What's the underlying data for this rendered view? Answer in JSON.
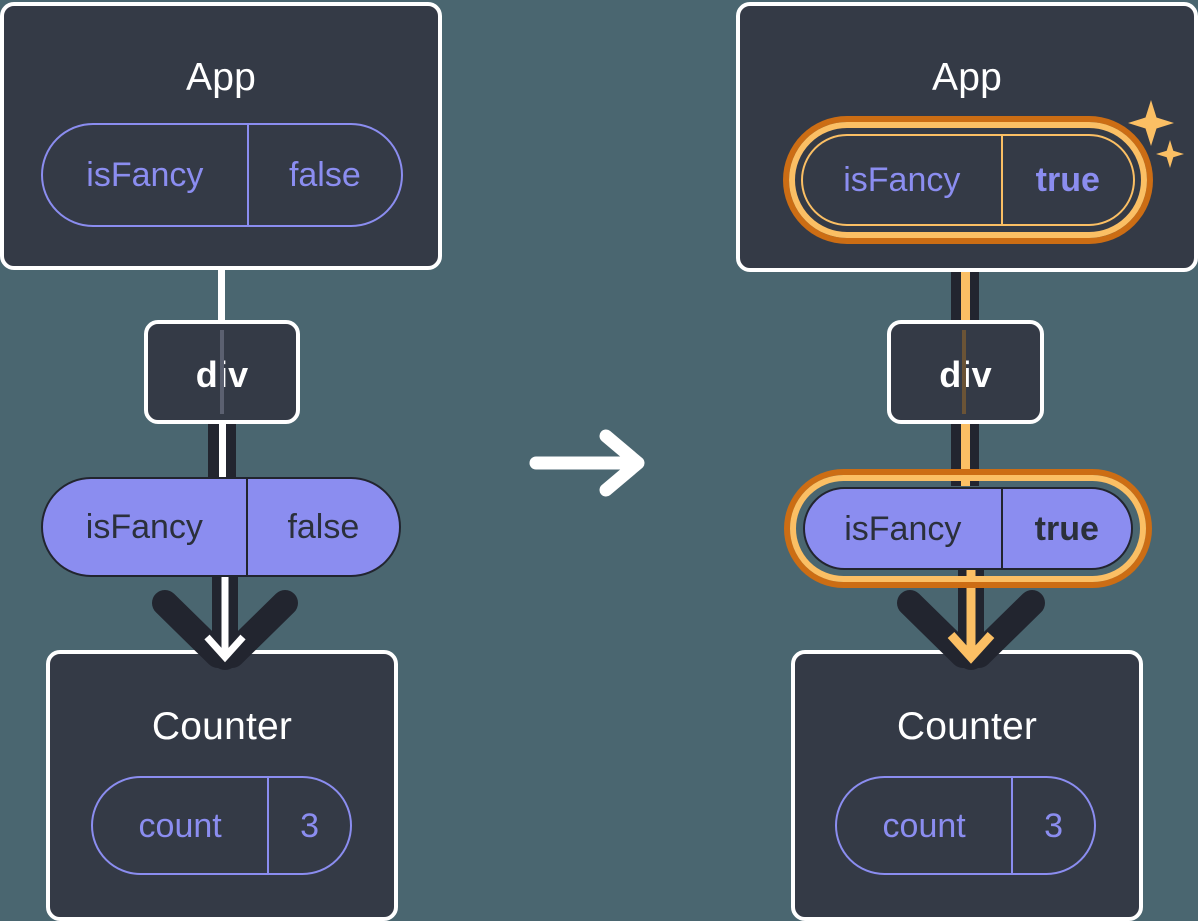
{
  "diagram": {
    "title": "React state propagation: isFancy false to true",
    "colors": {
      "background": "#4a6670",
      "panel_fill": "#343a46",
      "panel_border": "#ffffff",
      "accent_purple": "#8b8df0",
      "highlight_orange_light": "#fbbf64",
      "highlight_orange_dark": "#cc6d14",
      "edge_dark": "#22252f",
      "text_dark": "#2b303b"
    },
    "transition_arrow": "right-arrow-icon"
  },
  "before": {
    "app": {
      "title": "App",
      "state_pill": {
        "key": "isFancy",
        "value": "false",
        "highlighted": false
      }
    },
    "div": {
      "title": "div"
    },
    "props_pill": {
      "key": "isFancy",
      "value": "false",
      "highlighted": false
    },
    "counter": {
      "title": "Counter",
      "state_pill": {
        "key": "count",
        "value": "3",
        "highlighted": false
      }
    }
  },
  "after": {
    "app": {
      "title": "App",
      "state_pill": {
        "key": "isFancy",
        "value": "true",
        "highlighted": true
      },
      "sparkle_icons": [
        "sparkle-large-icon",
        "sparkle-small-icon"
      ]
    },
    "div": {
      "title": "div"
    },
    "props_pill": {
      "key": "isFancy",
      "value": "true",
      "highlighted": true
    },
    "counter": {
      "title": "Counter",
      "state_pill": {
        "key": "count",
        "value": "3",
        "highlighted": false
      }
    }
  }
}
